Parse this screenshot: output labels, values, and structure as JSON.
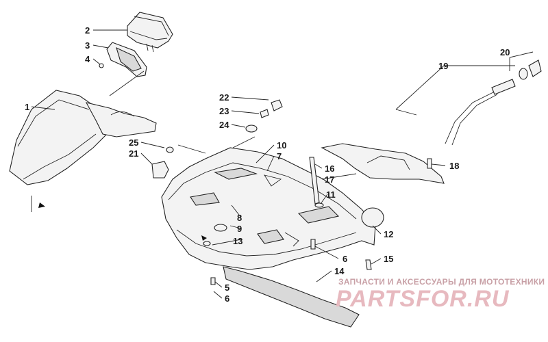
{
  "callouts": [
    {
      "id": "c1",
      "text": "1"
    },
    {
      "id": "c2",
      "text": "2"
    },
    {
      "id": "c3",
      "text": "3"
    },
    {
      "id": "c4",
      "text": "4"
    },
    {
      "id": "c5",
      "text": "5"
    },
    {
      "id": "c6a",
      "text": "6"
    },
    {
      "id": "c6b",
      "text": "6"
    },
    {
      "id": "c7",
      "text": "7"
    },
    {
      "id": "c8",
      "text": "8"
    },
    {
      "id": "c9",
      "text": "9"
    },
    {
      "id": "c10",
      "text": "10"
    },
    {
      "id": "c11",
      "text": "11"
    },
    {
      "id": "c12",
      "text": "12"
    },
    {
      "id": "c13",
      "text": "13"
    },
    {
      "id": "c14",
      "text": "14"
    },
    {
      "id": "c15",
      "text": "15"
    },
    {
      "id": "c16",
      "text": "16"
    },
    {
      "id": "c17",
      "text": "17"
    },
    {
      "id": "c18",
      "text": "18"
    },
    {
      "id": "c19",
      "text": "19"
    },
    {
      "id": "c20",
      "text": "20"
    },
    {
      "id": "c21",
      "text": "21"
    },
    {
      "id": "c22",
      "text": "22"
    },
    {
      "id": "c23",
      "text": "23"
    },
    {
      "id": "c24",
      "text": "24"
    },
    {
      "id": "c25",
      "text": "25"
    }
  ],
  "watermark": {
    "tagline": "ЗАПЧАСТИ И АКСЕССУАРЫ ДЛЯ МОТОТЕХНИКИ",
    "logo": "PARTSFOR.RU",
    "color": "#e7b9bf"
  }
}
